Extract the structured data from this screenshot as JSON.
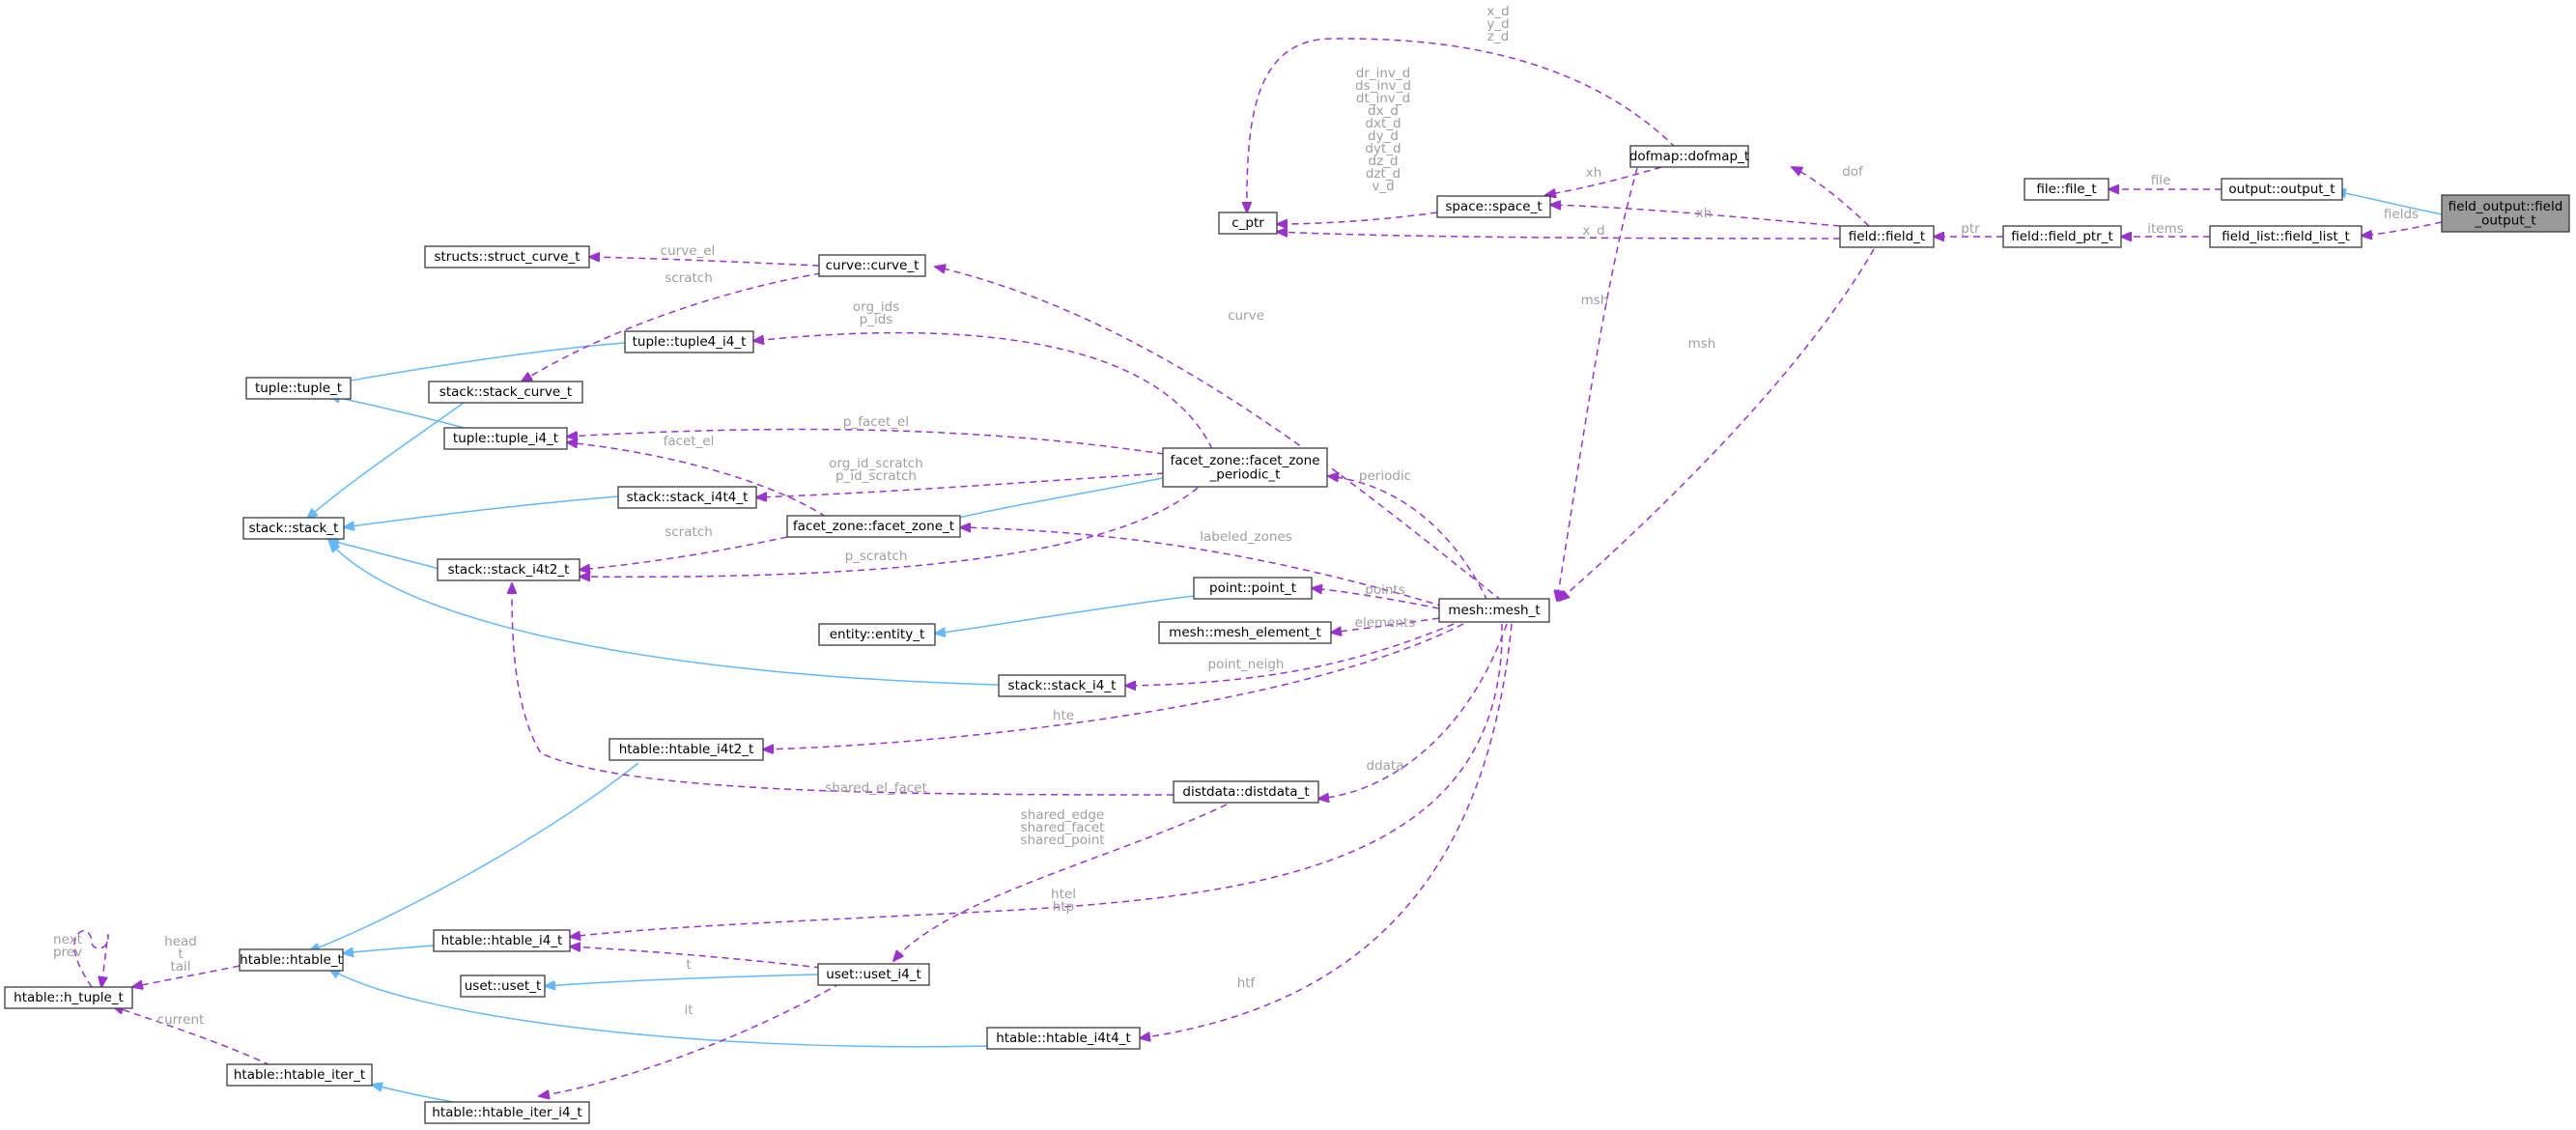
{
  "colors": {
    "inherit": "#63b8ff",
    "use": "#9a32cd",
    "label": "#9e9e9e",
    "highlight": "#9a9a9a"
  },
  "nodes": {
    "field_output": [
      "field_output::field",
      "_output_t"
    ],
    "output": [
      "output::output_t"
    ],
    "file": [
      "file::file_t"
    ],
    "field_list": [
      "field_list::field_list_t"
    ],
    "field_ptr": [
      "field::field_ptr_t"
    ],
    "field": [
      "field::field_t"
    ],
    "dofmap": [
      "dofmap::dofmap_t"
    ],
    "space": [
      "space::space_t"
    ],
    "c_ptr": [
      "c_ptr"
    ],
    "mesh": [
      "mesh::mesh_t"
    ],
    "curve": [
      "curve::curve_t"
    ],
    "struct_curve": [
      "structs::struct_curve_t"
    ],
    "tuple4_i4": [
      "tuple::tuple4_i4_t"
    ],
    "tuple": [
      "tuple::tuple_t"
    ],
    "stack_curve": [
      "stack::stack_curve_t"
    ],
    "tuple_i4": [
      "tuple::tuple_i4_t"
    ],
    "facet_zone_periodic": [
      "facet_zone::facet_zone",
      "_periodic_t"
    ],
    "stack_i4t4": [
      "stack::stack_i4t4_t"
    ],
    "stack": [
      "stack::stack_t"
    ],
    "facet_zone": [
      "facet_zone::facet_zone_t"
    ],
    "stack_i4t2": [
      "stack::stack_i4t2_t"
    ],
    "point": [
      "point::point_t"
    ],
    "entity": [
      "entity::entity_t"
    ],
    "mesh_element": [
      "mesh::mesh_element_t"
    ],
    "stack_i4": [
      "stack::stack_i4_t"
    ],
    "htable_i4t2": [
      "htable::htable_i4t2_t"
    ],
    "distdata": [
      "distdata::distdata_t"
    ],
    "htable_i4": [
      "htable::htable_i4_t"
    ],
    "htable": [
      "htable::htable_t"
    ],
    "h_tuple": [
      "htable::h_tuple_t"
    ],
    "uset": [
      "uset::uset_t"
    ],
    "uset_i4": [
      "uset::uset_i4_t"
    ],
    "htable_i4t4": [
      "htable::htable_i4t4_t"
    ],
    "htable_iter": [
      "htable::htable_iter_t"
    ],
    "htable_iter_i4": [
      "htable::htable_iter_i4_t"
    ]
  },
  "edge_labels": {
    "file": [
      "file"
    ],
    "fields": [
      "fields"
    ],
    "items": [
      "items"
    ],
    "ptr": [
      "ptr"
    ],
    "dof": [
      "dof"
    ],
    "xh_field_space": [
      "xh"
    ],
    "xh_dofmap_space": [
      "xh"
    ],
    "x_d_field": [
      "x_d"
    ],
    "dofmap_c_ptr": [
      "x_d",
      "y_d",
      "z_d"
    ],
    "space_c_ptr": [
      "dr_inv_d",
      "ds_inv_d",
      "dt_inv_d",
      "dx_d",
      "dxt_d",
      "dy_d",
      "dyt_d",
      "dz_d",
      "dzt_d",
      "v_d"
    ],
    "msh_dofmap": [
      "msh"
    ],
    "msh_field": [
      "msh"
    ],
    "curve_el": [
      "curve_el"
    ],
    "scratch_curve": [
      "scratch"
    ],
    "curve": [
      "curve"
    ],
    "org_ids": [
      "org_ids",
      "p_ids"
    ],
    "p_facet_el": [
      "p_facet_el"
    ],
    "facet_el": [
      "facet_el"
    ],
    "org_id_scratch": [
      "org_id_scratch",
      "p_id_scratch"
    ],
    "p_scratch": [
      "p_scratch"
    ],
    "scratch_fz": [
      "scratch"
    ],
    "periodic": [
      "periodic"
    ],
    "labeled_zones": [
      "labeled_zones"
    ],
    "points": [
      "points"
    ],
    "elements": [
      "elements"
    ],
    "point_neigh": [
      "point_neigh"
    ],
    "hte": [
      "hte"
    ],
    "ddata": [
      "ddata"
    ],
    "shared_el_facet": [
      "shared_el_facet"
    ],
    "shared_edge": [
      "shared_edge",
      "shared_facet",
      "shared_point"
    ],
    "htel": [
      "htel",
      "htp"
    ],
    "t": [
      "t"
    ],
    "it": [
      "it"
    ],
    "htf": [
      "htf"
    ],
    "head": [
      "head",
      "t",
      "tail"
    ],
    "next_prev": [
      "next",
      "prev"
    ],
    "current": [
      "current"
    ]
  }
}
